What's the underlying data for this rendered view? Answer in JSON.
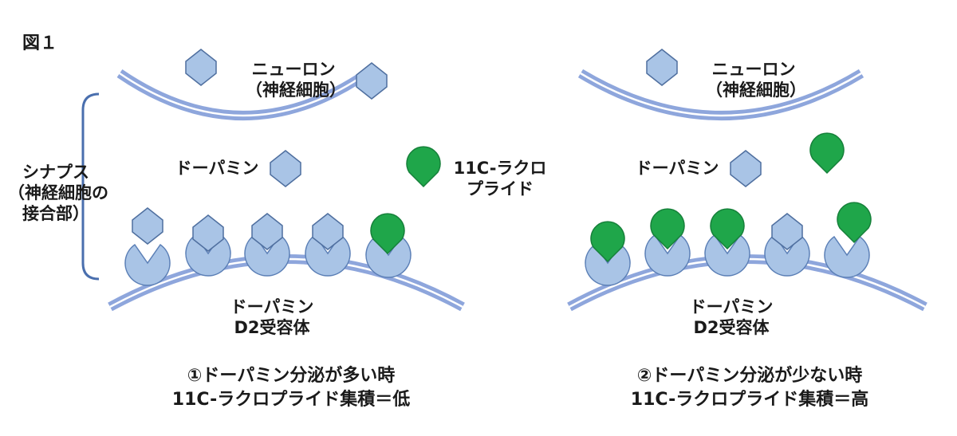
{
  "figure_label": "図１",
  "left_panel": {
    "neuron_line1": "ニューロン",
    "neuron_line2": "（神経細胞）",
    "synapse_line1": "シナプス",
    "synapse_line2": "（神経細胞の",
    "synapse_line3": "接合部）",
    "dopamine_label": "ドーパミン",
    "raclopride_line1": "11C-ラクロ",
    "raclopride_line2": "プライド",
    "receptor_line1": "ドーパミン",
    "receptor_line2": "D2受容体",
    "caption_line1": "①ドーパミン分泌が多い時",
    "caption_line2": "11C-ラクロプライド集積＝低"
  },
  "right_panel": {
    "neuron_line1": "ニューロン",
    "neuron_line2": "（神経細胞）",
    "dopamine_label": "ドーパミン",
    "receptor_line1": "ドーパミン",
    "receptor_line2": "D2受容体",
    "caption_line1": "②ドーパミン分泌が少ない時",
    "caption_line2": "11C-ラクロプライド集積＝高"
  },
  "colors": {
    "membrane": "#8ea6dc",
    "receptor_fill": "#a9c4e6",
    "receptor_stroke": "#5b7fb6",
    "dopamine_fill": "#a9c4e6",
    "dopamine_stroke": "#4f6f9f",
    "raclopride_fill": "#1fa64a",
    "raclopride_stroke": "#16803a",
    "bracket": "#4a6fae"
  },
  "icons": {
    "dopamine": "hexagon-molecule",
    "raclopride": "green-drop-molecule",
    "receptor": "pacman-receptor"
  }
}
